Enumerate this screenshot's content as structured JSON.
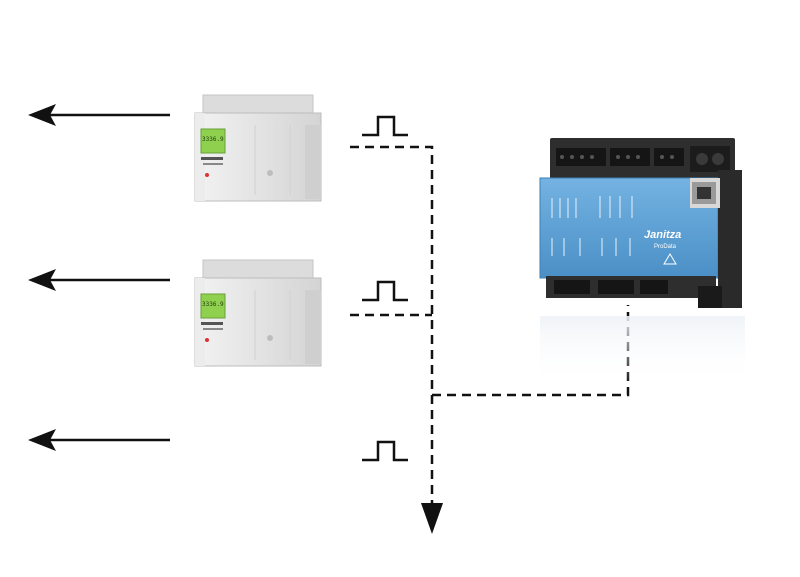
{
  "colors": {
    "line": "#111111",
    "meter_body": "#e3e3e3",
    "meter_edge": "#c2c2c2",
    "lcd": "#8fd14f",
    "prodata_body": "#5a9fd4",
    "prodata_top": "#2b2b2b"
  },
  "meters": [
    {
      "lcd_value": "3336.9",
      "has_arrow": true,
      "has_pulse": true
    },
    {
      "lcd_value": "3336.9",
      "has_arrow": true,
      "has_pulse": true
    }
  ],
  "third_channel": {
    "has_arrow": true,
    "has_pulse": true
  },
  "prodata": {
    "brand": "Janitza",
    "model": "ProData",
    "icons": [
      "terminal-block-icon",
      "ethernet-port-icon",
      "rotary-switch-icon",
      "warning-icon"
    ]
  }
}
